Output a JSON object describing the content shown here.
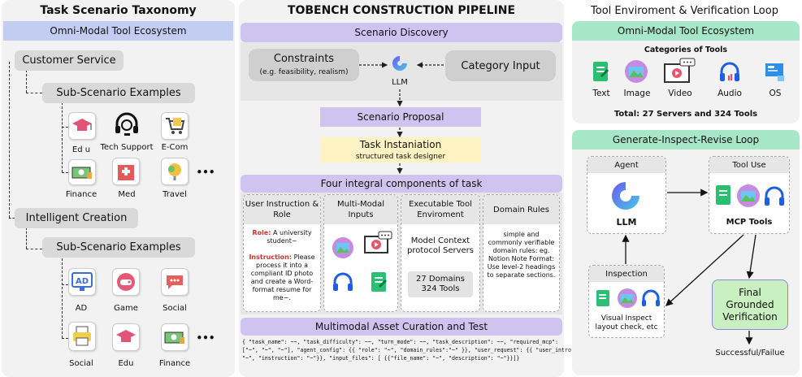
{
  "left": {
    "title": "Task Scenario Taxonomy",
    "ecosystem": "Omni-Modal Tool Ecosystem",
    "cat1": "Customer Service",
    "cat2": "Intelligent Creation",
    "sub": "Sub-Scenario Examples",
    "items1": [
      "Ed u",
      "Tech Support",
      "E-Com",
      "Finance",
      "Med",
      "Travel"
    ],
    "items2": [
      "AD",
      "Game",
      "Social",
      "Social",
      "Edu",
      "Finance"
    ],
    "more": "•••",
    "ad_text": "AD"
  },
  "middle": {
    "title": "TOBENCH CONSTRUCTION PIPELINE",
    "discovery": "Scenario Discovery",
    "constraints": "Constraints",
    "constraints_sub": "(e.g. feasibility, realism)",
    "category_input": "Category Input",
    "llm": "LLM",
    "proposal": "Scenario Proposal",
    "instantiation": "Task Instaniation",
    "instantiation_sub": "structured task designer",
    "four": "Four integral components of task",
    "c1": "User Instruction & Role",
    "c1_role_label": "Role:",
    "c1_role": "A university student~",
    "c1_instr_label": "Instruction:",
    "c1_instr": "Please process it into a compliant ID photo and create a Word-format resume for me~.",
    "c2": "Multi-Modal Inputs",
    "c3": "Executable Tool Enviroment",
    "c3_text": "Model Context protocol Servers",
    "c3_box": "27 Domains 324 Tools",
    "c4": "Domain Rules",
    "c4_text": "simple and commonly verifiable domain rules: eg. Notion Note Format: Use level-2 headings to separate sections.",
    "asset": "Multimodal Asset Curation and Test",
    "json_line1": "{ \"task_name\": ~~, \"task_difficulty\": ~~, \"turn_mode\": ~~, \"task_description\": ~~, \"required_mcp\":",
    "json_line2": "[\"~\", \"~\", \"~\"], \"agent_config\": {{ \"role\": \"~\", \"domain_rules\":\"~\" }}, \"user_request\": {{ \"user_intro\":",
    "json_line3": "\"~\", \"instruction\": \"~\"}}, \"input_files\": [ {{\"file_name\": \"~\", \"description\": \"~\"}}]}"
  },
  "right": {
    "title": "Tool Enviroment & Verification Loop",
    "ecosystem": "Omni-Modal Tool Ecosystem",
    "categories": "Categories of Tools",
    "tools": [
      "Text",
      "Image",
      "Video",
      "Audio",
      "OS"
    ],
    "total": "Total: 27 Servers and 324 Tools",
    "loop": "Generate-Inspect-Revise Loop",
    "agent": "Agent",
    "llm": "LLM",
    "tool_use": "Tool Use",
    "mcp": "MCP Tools",
    "inspection": "Inspection",
    "inspect_text": "Visual Inspect layout check, etc",
    "final": "Final Grounded Verification",
    "result": "Successful/Failue"
  },
  "colors": {
    "purple": "#cfc4f0",
    "green": "#a8e6c8",
    "final_green": "#c8f0c0",
    "yellow": "#fff3c4"
  }
}
